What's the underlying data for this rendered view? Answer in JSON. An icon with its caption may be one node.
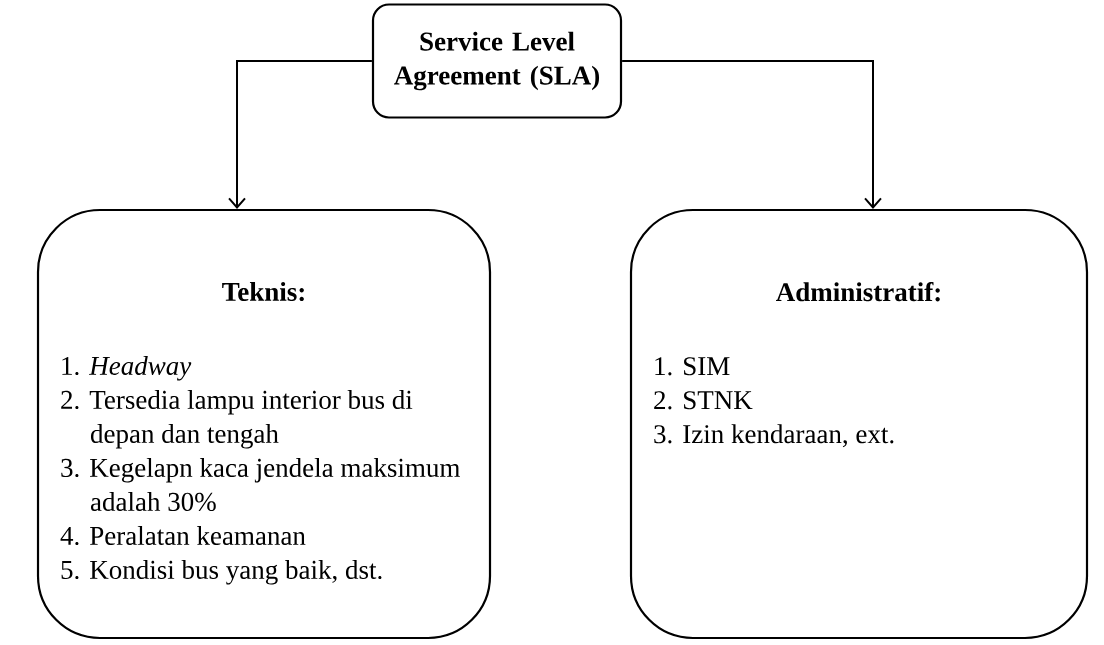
{
  "diagram": {
    "nodes": [
      {
        "text": [
          "Service Level Agreement (SLA)"
        ]
      },
      {
        "text": [
          "Teknis:",
          "1. *Headway*",
          "2. Tersedia lampu interior bus di depan dan tengah",
          "3. Kegelapn kaca jendela maksimum adalah 30%",
          "4. Peralatan keamanan",
          "5. Kondisi bus yang baik, dst."
        ]
      },
      {
        "text": [
          "Administratif:",
          "1. SIM",
          "2. STNK",
          "3. Izin kendaraan, ext."
        ]
      }
    ],
    "edges": [
      {
        "from": 0,
        "to": 1,
        "arrow": "to"
      },
      {
        "from": 0,
        "to": 2,
        "arrow": "to"
      }
    ]
  }
}
